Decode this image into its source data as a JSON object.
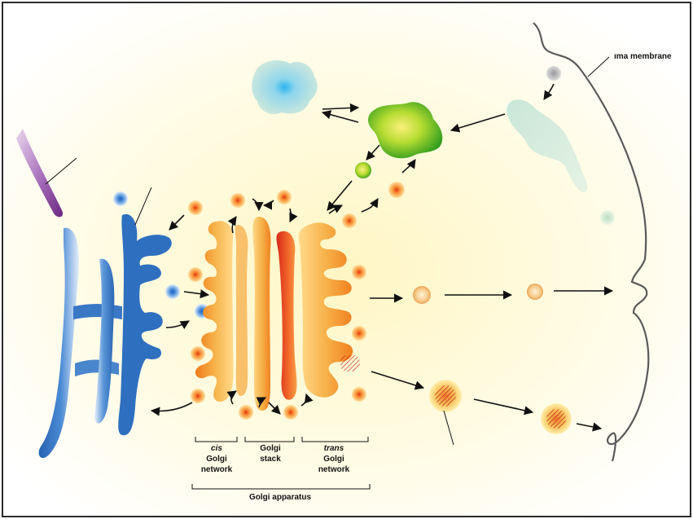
{
  "labels": {
    "plasma_membrane": "ıma membrane",
    "cis_line1": "cis",
    "cis_line2": "Golgi",
    "cis_line3": "network",
    "stack_line1": "Golgi",
    "stack_line2": "stack",
    "trans_line1": "trans",
    "trans_line2": "Golgi",
    "trans_line3": "network",
    "apparatus": "Golgi apparatus"
  },
  "colors": {
    "frame": "#2a2a2a",
    "er_blue": "#2f73c4",
    "er_light": "#d6e6f6",
    "golgi_orange": "#f2a234",
    "golgi_red": "#e2401c",
    "lysosome_green": "#54b22a",
    "endosome_cyan": "#bfe4e0",
    "membrane": "#555555",
    "background_glow": "#fff3b8"
  }
}
